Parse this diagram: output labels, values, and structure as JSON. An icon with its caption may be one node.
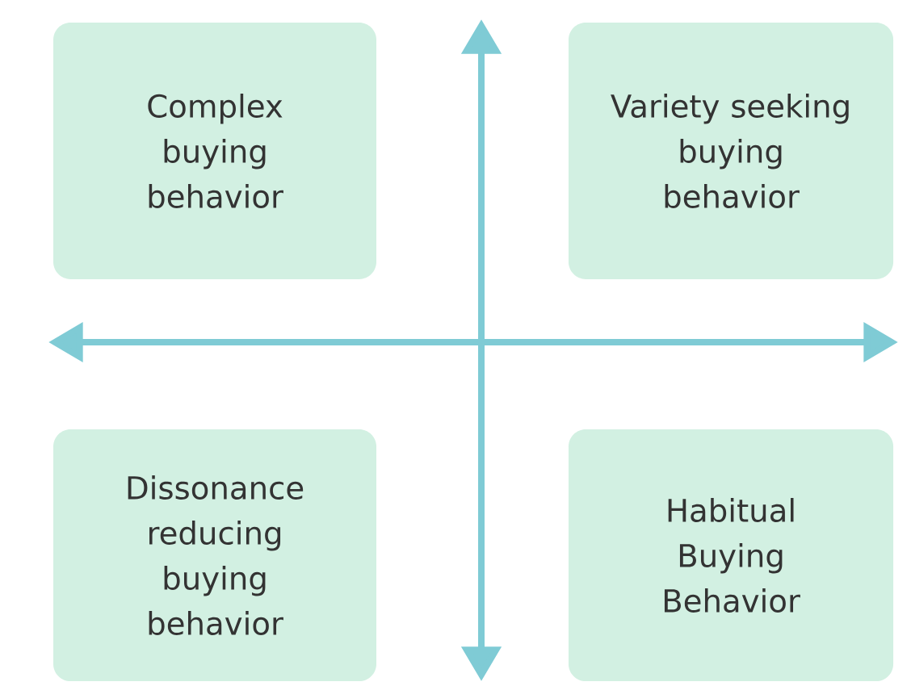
{
  "diagram": {
    "nodes": [
      {
        "text": [
          "Complex buying behavior"
        ]
      },
      {
        "text": [
          "Variety seeking buying behavior"
        ]
      },
      {
        "text": [
          "Dissonance reducing buying behavior"
        ]
      },
      {
        "text": [
          "Habitual Buying Behavior"
        ]
      }
    ]
  }
}
